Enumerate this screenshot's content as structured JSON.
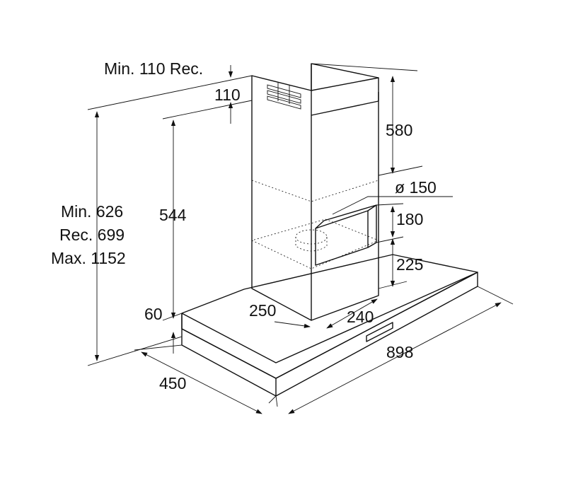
{
  "dimensions": {
    "min_110_rec": "Min. 110 Rec.",
    "d110": "110",
    "d580": "580",
    "d544": "544",
    "diameter_150": "ø 150",
    "d180": "180",
    "d225": "225",
    "min_626": "Min. 626",
    "rec_699": "Rec. 699",
    "max_1152": "Max. 1152",
    "d60": "60",
    "d250": "250",
    "d240": "240",
    "d898": "898",
    "d450": "450"
  }
}
